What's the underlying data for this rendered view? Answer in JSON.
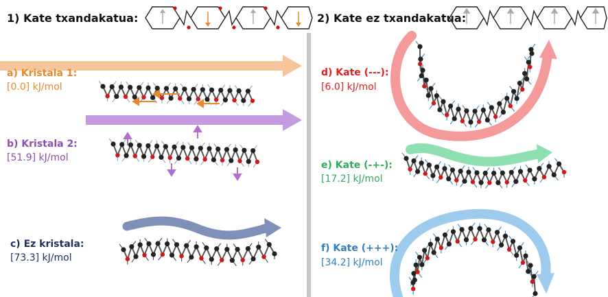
{
  "header_left": "1) Kate txandakatua:",
  "header_right": "2) Kate ez txandakatua:",
  "colors": {
    "a": "#e8892c",
    "b": "#8a4fb5",
    "c": "#1f2f5a",
    "d": "#e02020",
    "e": "#2eaa60",
    "f": "#2f7fc0",
    "arrow_a": "#f7c59a",
    "arrow_b": "#c49be0",
    "arrow_c": "#7f8fb8",
    "arrow_d": "#f59a9a",
    "arrow_e": "#8fe0b0",
    "arrow_f": "#9ccbee"
  },
  "panels": [
    {
      "id": "a",
      "title": "a) Kristala 1:",
      "energy": "[0.0] kJ/mol"
    },
    {
      "id": "b",
      "title": "b) Kristala 2:",
      "energy": "[51.9] kJ/mol"
    },
    {
      "id": "c",
      "title": "c) Ez kristala:",
      "energy": "[73.3] kJ/mol"
    },
    {
      "id": "d",
      "title": "d) Kate (---):",
      "energy": "[6.0] kJ/mol"
    },
    {
      "id": "e",
      "title": "e) Kate (-+-):",
      "energy": "[17.2] kJ/mol"
    },
    {
      "id": "f",
      "title": "f) Kate (+++):",
      "energy": "[34.2] kJ/mol"
    }
  ]
}
